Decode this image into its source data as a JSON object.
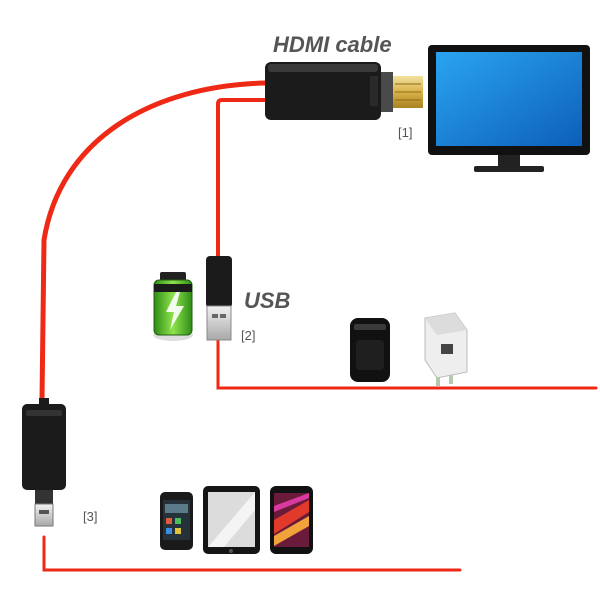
{
  "labels": {
    "hdmi_cable": "HDMI cable",
    "usb": "USB",
    "marker_1": "[1]",
    "marker_2": "[2]",
    "marker_3": "[3]"
  },
  "icons": {
    "tv": "tv-monitor-icon",
    "battery": "battery-charging-icon",
    "power_bank": "power-bank-icon",
    "adapter": "usb-wall-adapter-icon",
    "phone": "smartphone-icon",
    "tablet": "tablet-icon",
    "phone_alt": "smartphone-alt-icon"
  },
  "colors": {
    "cable": "#ee2a16",
    "connector": "#1a1a1a",
    "screen": "#1f8fe0",
    "text": "#555555"
  }
}
